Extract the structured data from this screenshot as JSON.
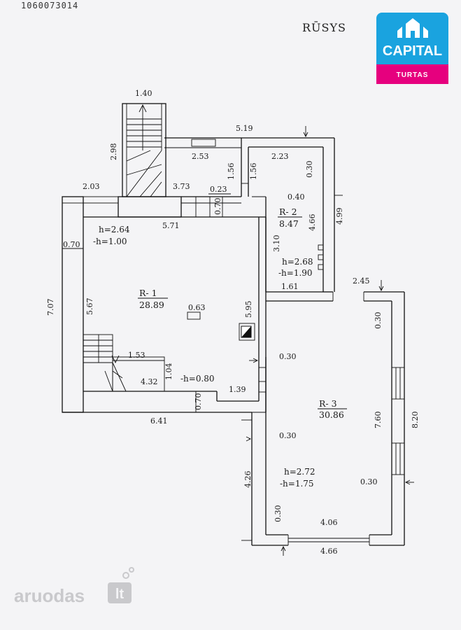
{
  "document_number": "1060073014",
  "floor_title": "RŪSYS",
  "logo": {
    "main": "CAPITAL",
    "sub": "TURTAS",
    "color_top": "#1aa3df",
    "color_bottom": "#e6007e"
  },
  "watermark": {
    "text": "aruodas",
    "suffix": "lt"
  },
  "rooms": [
    {
      "id": "R- 1",
      "area": "28.89",
      "height": "h=2.64",
      "depth": "-h=1.00"
    },
    {
      "id": "R- 2",
      "area": "8.47",
      "height": "h=2.68",
      "depth": "-h=1.90"
    },
    {
      "id": "R- 3",
      "area": "30.86",
      "height": "h=2.72",
      "depth": "-h=1.75"
    }
  ],
  "notes": {
    "landing_depth": "-h=0.80"
  },
  "dims": {
    "d140": "1.40",
    "d519": "5.19",
    "d298": "2.98",
    "d253": "2.53",
    "d223": "2.23",
    "d156a": "1.56",
    "d156b": "1.56",
    "d030a": "0.30",
    "d203": "2.03",
    "d373": "3.73",
    "d023": "0.23",
    "d040": "0.40",
    "d070a": "0.70",
    "d571": "5.71",
    "d466a": "4.66",
    "d499": "4.99",
    "d070b": "0.70",
    "d310": "3.10",
    "d707": "7.07",
    "d567": "5.67",
    "d161": "1.61",
    "d245": "2.45",
    "d063": "0.63",
    "d595": "5.95",
    "d030b": "0.30",
    "d153": "1.53",
    "d030c": "0.30",
    "d104": "1.04",
    "d432": "4.32",
    "d139": "1.39",
    "d070c": "0.70",
    "d641": "6.41",
    "d760": "7.60",
    "d820": "8.20",
    "d030d": "0.30",
    "d426": "4.26",
    "d030e": "0.30",
    "d030f": "0.30",
    "d406": "4.06",
    "d466b": "4.66"
  }
}
